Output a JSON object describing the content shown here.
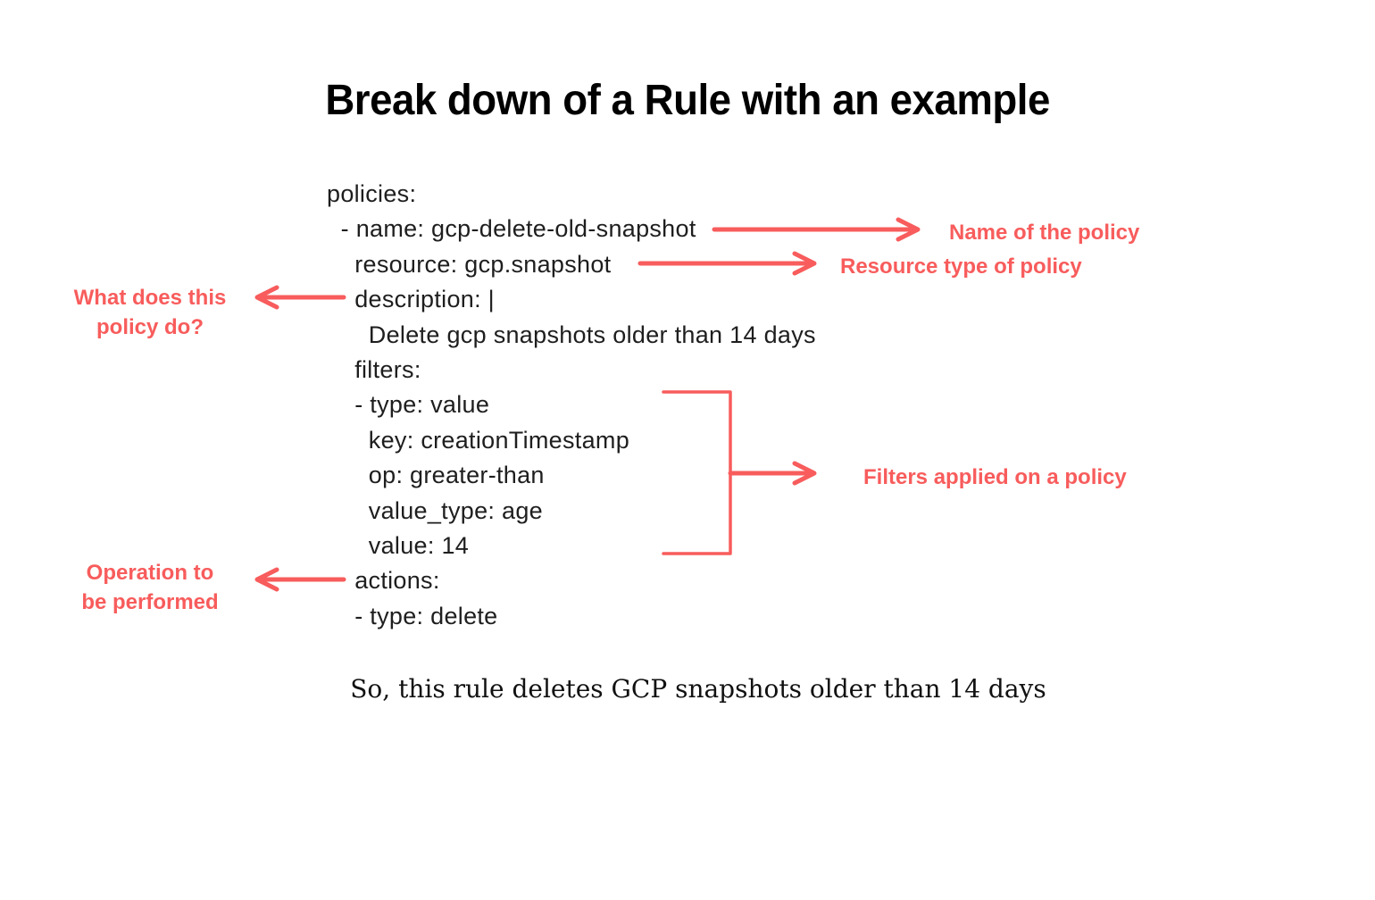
{
  "title": "Break down of a Rule with an example",
  "code": {
    "lines": [
      "policies:",
      "  - name: gcp-delete-old-snapshot",
      "    resource: gcp.snapshot",
      "    description: |",
      "      Delete gcp snapshots older than 14 days",
      "    filters:",
      "    - type: value",
      "      key: creationTimestamp",
      "      op: greater-than",
      "      value_type: age",
      "      value: 14",
      "    actions:",
      "    - type: delete"
    ]
  },
  "annotations": {
    "name": "Name of the policy",
    "resource": "Resource type of policy",
    "description": "What does this\npolicy do?",
    "filters": "Filters applied on a policy",
    "actions": "Operation to\nbe performed"
  },
  "footer": "So, this rule deletes GCP snapshots older than 14 days",
  "colors": {
    "accent": "#F85C5C",
    "code_text": "#1E1E1E",
    "title_text": "#000000"
  }
}
